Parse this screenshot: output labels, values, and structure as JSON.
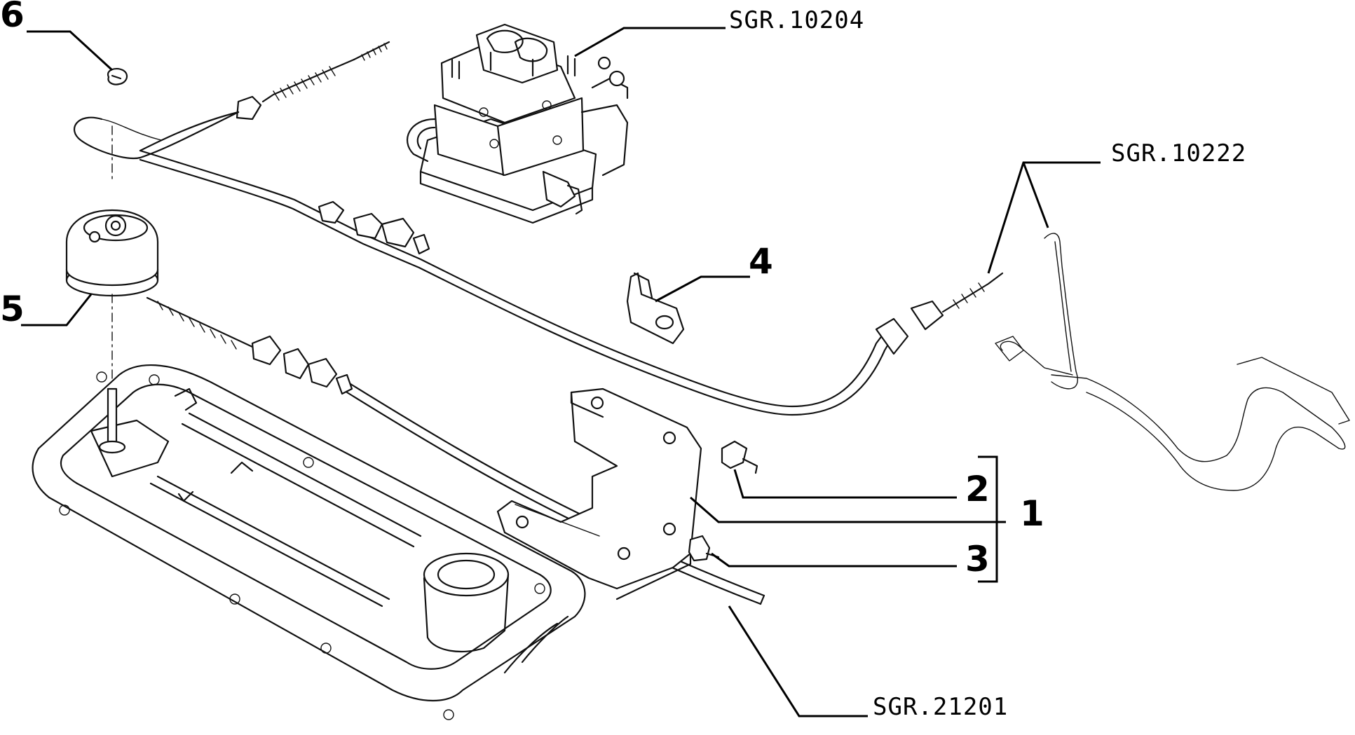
{
  "callouts": [
    {
      "id": "6",
      "label": "6"
    },
    {
      "id": "5",
      "label": "5"
    },
    {
      "id": "4",
      "label": "4"
    },
    {
      "id": "2",
      "label": "2"
    },
    {
      "id": "1",
      "label": "1"
    },
    {
      "id": "3",
      "label": "3"
    }
  ],
  "references": [
    {
      "id": "carburetor",
      "label": "SGR.10204"
    },
    {
      "id": "pedal",
      "label": "SGR.10222"
    },
    {
      "id": "cover",
      "label": "SGR.21201"
    }
  ]
}
